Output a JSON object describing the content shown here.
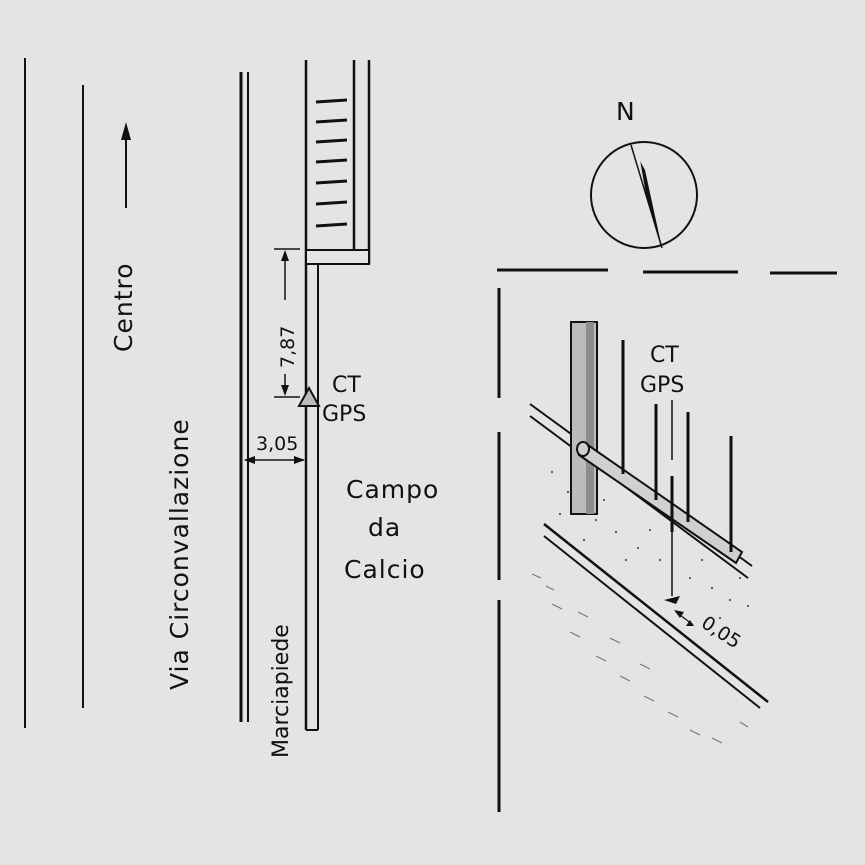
{
  "compass": {
    "north_label": "N"
  },
  "left_plan": {
    "direction_label": "Centro",
    "road_label": "Via Circonvallazione",
    "sidewalk_label": "Marciapiede",
    "field_label_lines": [
      "Campo",
      "da",
      "Calcio"
    ],
    "marker_label_lines": [
      "CT",
      "GPS"
    ],
    "dimension_vertical": "7,87",
    "dimension_horizontal": "3,05"
  },
  "detail": {
    "marker_label_lines": [
      "CT",
      "GPS"
    ],
    "dimension": "0,05"
  },
  "colors": {
    "ink": "#111111",
    "background": "#e4e4e4",
    "shade": "#9a9a9a"
  }
}
